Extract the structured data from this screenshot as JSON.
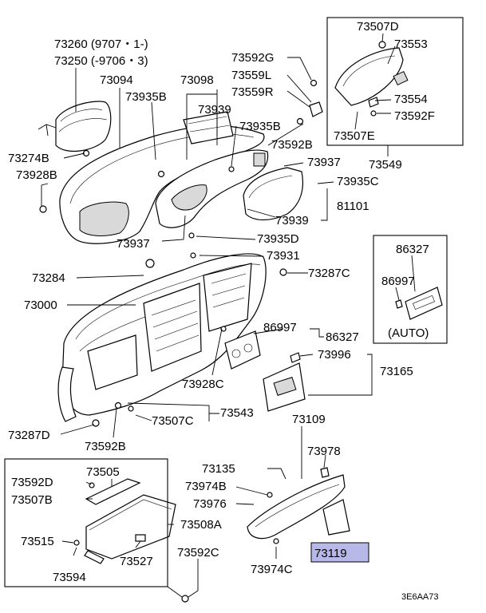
{
  "labels": {
    "l73260": "73260 (9707・1-)",
    "l73250": "73250 (-9706・3)",
    "l73094": "73094",
    "l73098": "73098",
    "l73935B_1": "73935B",
    "l73939_1": "73939",
    "l73274B": "73274B",
    "l73928B": "73928B",
    "l73592G": "73592G",
    "l73559L": "73559L",
    "l73559R": "73559R",
    "l73935B_2": "73935B",
    "l73592B_1": "73592B",
    "l73507D": "73507D",
    "l73553": "73553",
    "l73554": "73554",
    "l73592F": "73592F",
    "l73507E": "73507E",
    "l73549": "73549",
    "l73937_1": "73937",
    "l73935C": "73935C",
    "l81101": "81101",
    "l73939_2": "73939",
    "l73937_2": "73937",
    "l73935D": "73935D",
    "l73931": "73931",
    "l73287C": "73287C",
    "l73284": "73284",
    "l73000": "73000",
    "l86327_1": "86327",
    "l86997_1": "86997",
    "lauto": "(AUTO)",
    "l86997_2": "86997",
    "l86327_2": "86327",
    "l73996": "73996",
    "l73165": "73165",
    "l73928C": "73928C",
    "l73543": "73543",
    "l73507C": "73507C",
    "l73287D": "73287D",
    "l73592B_2": "73592B",
    "l73109": "73109",
    "l73978": "73978",
    "l73135": "73135",
    "l73974B": "73974B",
    "l73976": "73976",
    "l73592D": "73592D",
    "l73505": "73505",
    "l73507B": "73507B",
    "l73508A": "73508A",
    "l73515": "73515",
    "l73527": "73527",
    "l73594": "73594",
    "l73592C": "73592C",
    "l73974C": "73974C",
    "l73119": "73119",
    "code": "3E6AA73"
  },
  "colors": {
    "highlight": "#b8b8e8",
    "line": "#000000"
  }
}
